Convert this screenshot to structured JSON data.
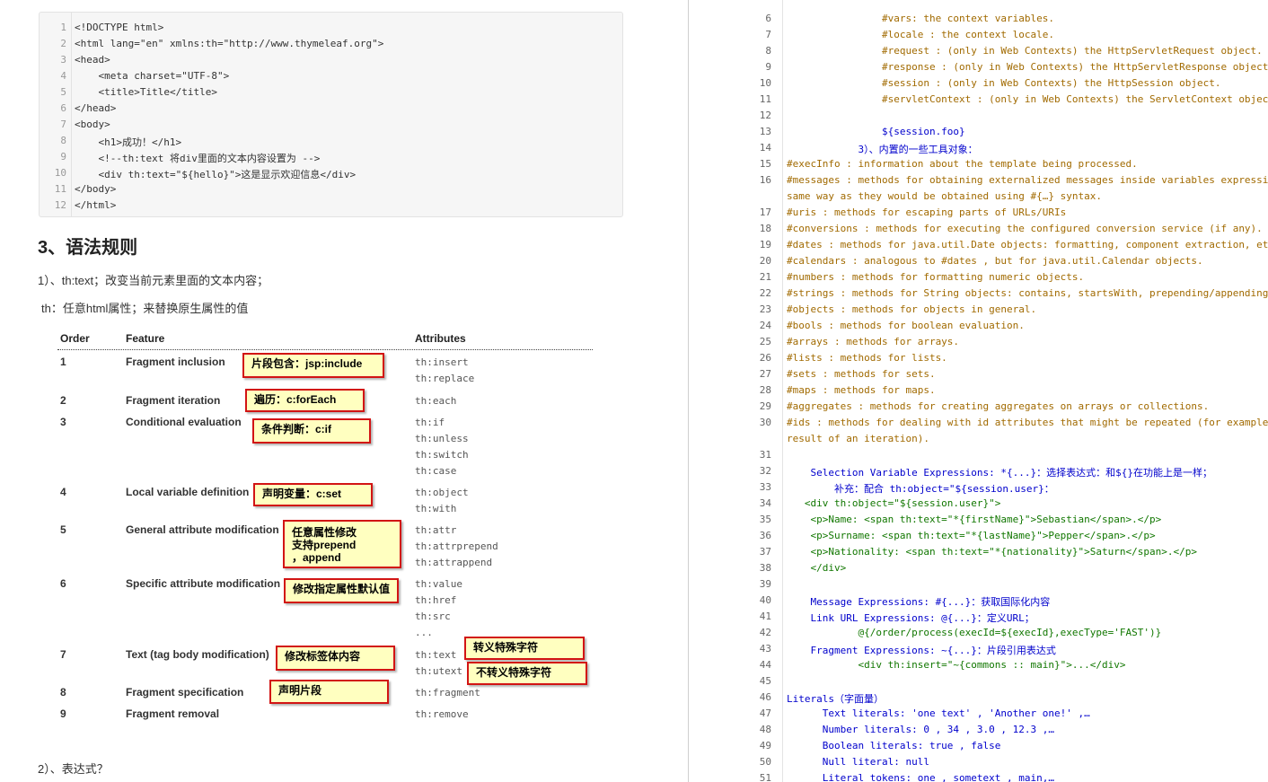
{
  "left": {
    "code_lines": [
      {
        "n": "1",
        "t": "<!DOCTYPE html>"
      },
      {
        "n": "2",
        "t": "<html lang=\"en\" xmlns:th=\"http://www.thymeleaf.org\">"
      },
      {
        "n": "3",
        "t": "<head>"
      },
      {
        "n": "4",
        "t": "    <meta charset=\"UTF-8\">"
      },
      {
        "n": "5",
        "t": "    <title>Title</title>"
      },
      {
        "n": "6",
        "t": "</head>"
      },
      {
        "n": "7",
        "t": "<body>"
      },
      {
        "n": "8",
        "t": "    <h1>成功！</h1>"
      },
      {
        "n": "9",
        "t": "    <!--th:text 将div里面的文本内容设置为 -->"
      },
      {
        "n": "10",
        "t": "    <div th:text=\"${hello}\">这是显示欢迎信息</div>"
      },
      {
        "n": "11",
        "t": "</body>"
      },
      {
        "n": "12",
        "t": "</html>"
      }
    ],
    "section_title": "3、语法规则",
    "para1": "1）、th:text；改变当前元素里面的文本内容；",
    "para2": "th：任意html属性；来替换原生属性的值",
    "para3": "2）、表达式？",
    "table": {
      "headers": [
        "Order",
        "Feature",
        "Attributes"
      ],
      "rows": [
        {
          "order": "1",
          "feature": "Fragment inclusion",
          "attrs": [
            "th:insert",
            "th:replace"
          ]
        },
        {
          "order": "2",
          "feature": "Fragment iteration",
          "attrs": [
            "th:each"
          ]
        },
        {
          "order": "3",
          "feature": "Conditional evaluation",
          "attrs": [
            "th:if",
            "th:unless",
            "th:switch",
            "th:case"
          ]
        },
        {
          "order": "4",
          "feature": "Local variable definition",
          "attrs": [
            "th:object",
            "th:with"
          ]
        },
        {
          "order": "5",
          "feature": "General attribute modification",
          "attrs": [
            "th:attr",
            "th:attrprepend",
            "th:attrappend"
          ]
        },
        {
          "order": "6",
          "feature": "Specific attribute modification",
          "attrs": [
            "th:value",
            "th:href",
            "th:src",
            "..."
          ]
        },
        {
          "order": "7",
          "feature": "Text (tag body modification)",
          "attrs": [
            "th:text",
            "th:utext"
          ]
        },
        {
          "order": "8",
          "feature": "Fragment specification",
          "attrs": [
            "th:fragment"
          ]
        },
        {
          "order": "9",
          "feature": "Fragment removal",
          "attrs": [
            "th:remove"
          ]
        }
      ]
    },
    "notes": {
      "n1": "片段包含：jsp:include",
      "n2": "遍历：c:forEach",
      "n3": "条件判断：c:if",
      "n4": "声明变量：c:set",
      "n5a": "任意属性修改",
      "n5b": "支持prepend",
      "n5c": "，append",
      "n6": "修改指定属性默认值",
      "n7": "修改标签体内容",
      "n7b": "转义特殊字符",
      "n7c": "不转义特殊字符",
      "n8": "声明片段"
    }
  },
  "right": {
    "lines": [
      {
        "n": "6",
        "t": "                #vars: the context variables."
      },
      {
        "n": "7",
        "t": "                #locale : the context locale."
      },
      {
        "n": "8",
        "t": "                #request : (only in Web Contexts) the HttpServletRequest object."
      },
      {
        "n": "9",
        "t": "                #response : (only in Web Contexts) the HttpServletResponse object."
      },
      {
        "n": "10",
        "t": "                #session : (only in Web Contexts) the HttpSession object."
      },
      {
        "n": "11",
        "t": "                #servletContext : (only in Web Contexts) the ServletContext object."
      },
      {
        "n": "12",
        "t": ""
      },
      {
        "n": "13",
        "t": "                ${session.foo}"
      },
      {
        "n": "14",
        "t": "            3）、内置的一些工具对象："
      },
      {
        "n": "15",
        "t": "#execInfo : information about the template being processed."
      },
      {
        "n": "16",
        "t": "#messages : methods for obtaining externalized messages inside variables expressions, in the"
      },
      {
        "n": "",
        "t": "same way as they would be obtained using #{…} syntax."
      },
      {
        "n": "17",
        "t": "#uris : methods for escaping parts of URLs/URIs"
      },
      {
        "n": "18",
        "t": "#conversions : methods for executing the configured conversion service (if any)."
      },
      {
        "n": "19",
        "t": "#dates : methods for java.util.Date objects: formatting, component extraction, etc."
      },
      {
        "n": "20",
        "t": "#calendars : analogous to #dates , but for java.util.Calendar objects."
      },
      {
        "n": "21",
        "t": "#numbers : methods for formatting numeric objects."
      },
      {
        "n": "22",
        "t": "#strings : methods for String objects: contains, startsWith, prepending/appending, etc."
      },
      {
        "n": "23",
        "t": "#objects : methods for objects in general."
      },
      {
        "n": "24",
        "t": "#bools : methods for boolean evaluation."
      },
      {
        "n": "25",
        "t": "#arrays : methods for arrays."
      },
      {
        "n": "26",
        "t": "#lists : methods for lists."
      },
      {
        "n": "27",
        "t": "#sets : methods for sets."
      },
      {
        "n": "28",
        "t": "#maps : methods for maps."
      },
      {
        "n": "29",
        "t": "#aggregates : methods for creating aggregates on arrays or collections."
      },
      {
        "n": "30",
        "t": "#ids : methods for dealing with id attributes that might be repeated (for example, as a"
      },
      {
        "n": "",
        "t": "result of an iteration)."
      },
      {
        "n": "31",
        "t": ""
      },
      {
        "n": "32",
        "t": "    Selection Variable Expressions: *{...}：选择表达式：和${}在功能上是一样；"
      },
      {
        "n": "33",
        "t": "        补充：配合 th:object=\"${session.user}："
      },
      {
        "n": "34",
        "t": "   <div th:object=\"${session.user}\">"
      },
      {
        "n": "35",
        "t": "    <p>Name: <span th:text=\"*{firstName}\">Sebastian</span>.</p>"
      },
      {
        "n": "36",
        "t": "    <p>Surname: <span th:text=\"*{lastName}\">Pepper</span>.</p>"
      },
      {
        "n": "37",
        "t": "    <p>Nationality: <span th:text=\"*{nationality}\">Saturn</span>.</p>"
      },
      {
        "n": "38",
        "t": "    </div>"
      },
      {
        "n": "39",
        "t": ""
      },
      {
        "n": "40",
        "t": "    Message Expressions: #{...}：获取国际化内容"
      },
      {
        "n": "41",
        "t": "    Link URL Expressions: @{...}：定义URL；"
      },
      {
        "n": "42",
        "t": "            @{/order/process(execId=${execId},execType='FAST')}"
      },
      {
        "n": "43",
        "t": "    Fragment Expressions: ~{...}：片段引用表达式"
      },
      {
        "n": "44",
        "t": "            <div th:insert=\"~{commons :: main}\">...</div>"
      },
      {
        "n": "45",
        "t": ""
      },
      {
        "n": "46",
        "t": "Literals（字面量）"
      },
      {
        "n": "47",
        "t": "      Text literals: 'one text' , 'Another one!' ,…"
      },
      {
        "n": "48",
        "t": "      Number literals: 0 , 34 , 3.0 , 12.3 ,…"
      },
      {
        "n": "49",
        "t": "      Boolean literals: true , false"
      },
      {
        "n": "50",
        "t": "      Null literal: null"
      },
      {
        "n": "51",
        "t": "      Literal tokens: one , sometext , main,…"
      }
    ]
  }
}
